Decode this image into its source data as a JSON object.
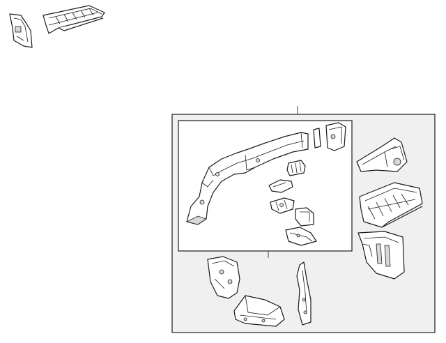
{
  "diagram": {
    "type": "exploded-parts-illustration",
    "background": "#ffffff",
    "panel_fill": "#f0f0f0",
    "line_color": "#1a1a1a",
    "parts": [
      "rear-rail-bracket",
      "floor-pan-extension",
      "rear-frame-rail",
      "rail-end-bracket",
      "rail-reinforcement",
      "rail-brace",
      "mount-bracket",
      "support-bracket",
      "side-rail-plate",
      "crossmember-bracket",
      "floor-pan-section",
      "extension-panel",
      "side-reinforcement-panel",
      "rail-mount-plate",
      "vertical-brace"
    ]
  }
}
